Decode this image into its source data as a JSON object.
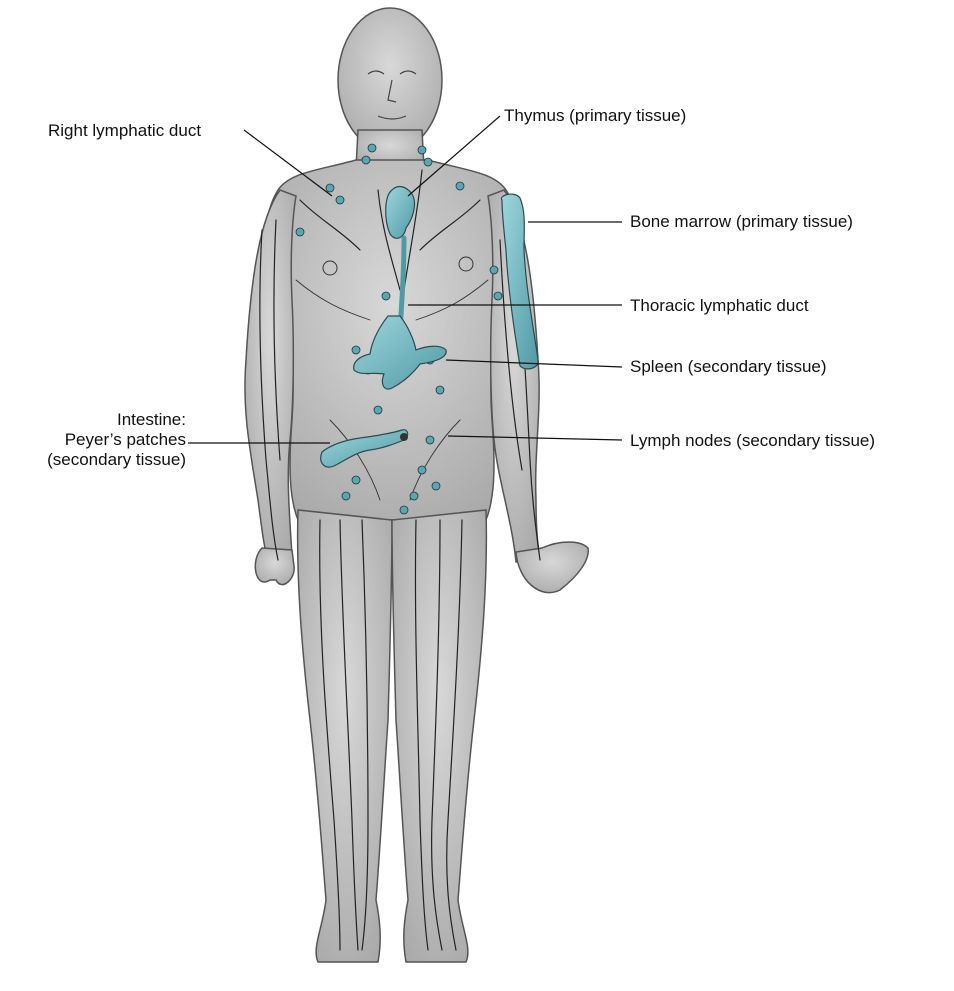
{
  "labels": {
    "right_lymphatic_duct": "Right lymphatic duct",
    "thymus": "Thymus (primary tissue)",
    "bone_marrow": "Bone marrow (primary tissue)",
    "thoracic_duct": "Thoracic lymphatic duct",
    "spleen": "Spleen (secondary tissue)",
    "intestine_line1": "Intestine:",
    "intestine_line2": "Peyer’s patches",
    "intestine_line3": "(secondary tissue)",
    "lymph_nodes": "Lymph nodes (secondary tissue)"
  },
  "colors": {
    "body_fill": "#c8c8c8",
    "body_outline": "#555555",
    "lymph_tissue": "#6fb8c2",
    "vessel": "#222222"
  }
}
